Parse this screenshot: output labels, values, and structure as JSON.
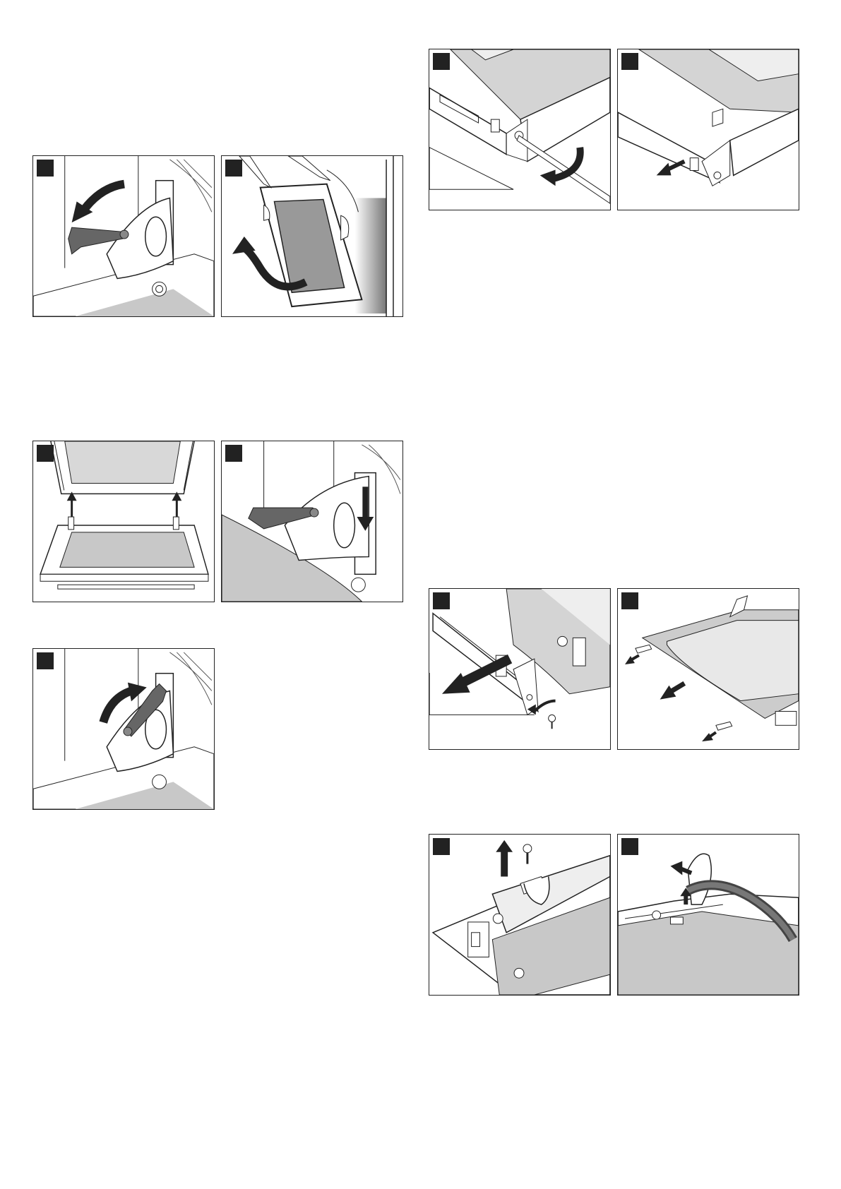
{
  "page": {
    "type": "instruction-illustrations",
    "panels": [
      {
        "id": "p1",
        "icon": "hinge-lever-open-illustration",
        "step": ""
      },
      {
        "id": "p2",
        "icon": "door-removal-hands-illustration",
        "step": ""
      },
      {
        "id": "p3",
        "icon": "door-rail-alignment-illustration",
        "step": ""
      },
      {
        "id": "p4",
        "icon": "hinge-insert-down-illustration",
        "step": ""
      },
      {
        "id": "p5",
        "icon": "hinge-lever-close-illustration",
        "step": ""
      },
      {
        "id": "p6",
        "icon": "screwdriver-unscrew-illustration",
        "step": ""
      },
      {
        "id": "p7",
        "icon": "strip-pull-out-illustration",
        "step": ""
      },
      {
        "id": "p8",
        "icon": "rail-remove-screw-illustration",
        "step": ""
      },
      {
        "id": "p9",
        "icon": "glass-pane-slide-out-illustration",
        "step": ""
      },
      {
        "id": "p10",
        "icon": "clip-lift-screw-illustration",
        "step": ""
      },
      {
        "id": "p11",
        "icon": "gasket-remove-illustration",
        "step": ""
      }
    ],
    "colors": {
      "line": "#222222",
      "badge": "#222222",
      "grey_fill": "#c8c8c8",
      "dark_part": "#555555"
    }
  }
}
